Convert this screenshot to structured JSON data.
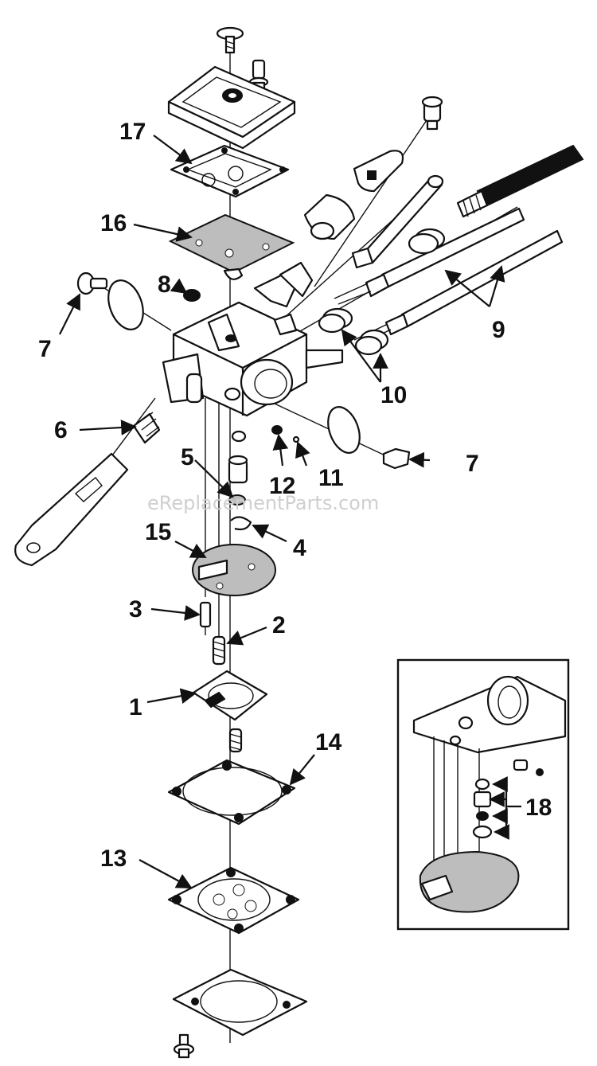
{
  "watermark": "eReplacementParts.com",
  "callouts": {
    "c1": "1",
    "c2": "2",
    "c3": "3",
    "c4": "4",
    "c5": "5",
    "c6": "6",
    "c7a": "7",
    "c7b": "7",
    "c8": "8",
    "c9": "9",
    "c10": "10",
    "c11": "11",
    "c12": "12",
    "c13": "13",
    "c14": "14",
    "c15": "15",
    "c16": "16",
    "c17": "17",
    "c18": "18"
  }
}
